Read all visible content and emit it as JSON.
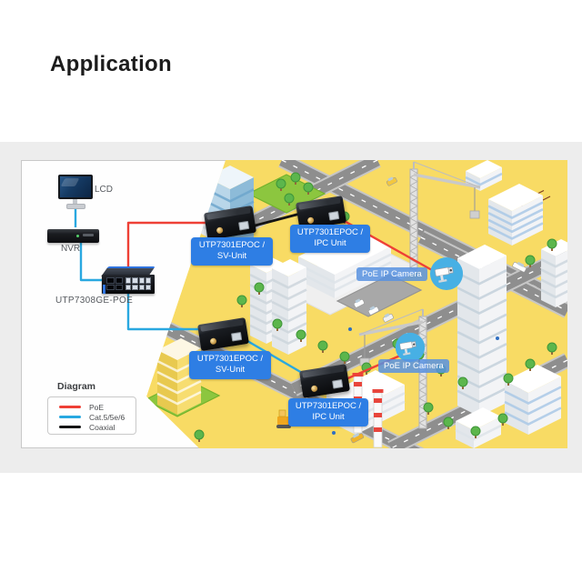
{
  "title": "Application",
  "diagram": {
    "lcd_label": "LCD",
    "nvr_label": "NVR",
    "switch_label": "UTP7308GE-POE",
    "units": [
      {
        "line1": "UTP7301EPOC /",
        "line2": "SV-Unit"
      },
      {
        "line1": "UTP7301EPOC /",
        "line2": "IPC Unit"
      },
      {
        "line1": "UTP7301EPOC /",
        "line2": "SV-Unit"
      },
      {
        "line1": "UTP7301EPOC /",
        "line2": "IPC Unit"
      }
    ],
    "camera_labels": [
      "PoE IP Camera",
      "PoE IP Camera"
    ],
    "line_colors": {
      "poe": "#EE4036",
      "cat5": "#29A8E0",
      "coaxial": "#141414"
    },
    "legend": {
      "title": "Diagram",
      "items": [
        {
          "label": "PoE",
          "color": "#EE4036"
        },
        {
          "label": "Cat.5/5e/6",
          "color": "#29A8E0"
        },
        {
          "label": "Coaxial",
          "color": "#141414"
        }
      ]
    }
  }
}
